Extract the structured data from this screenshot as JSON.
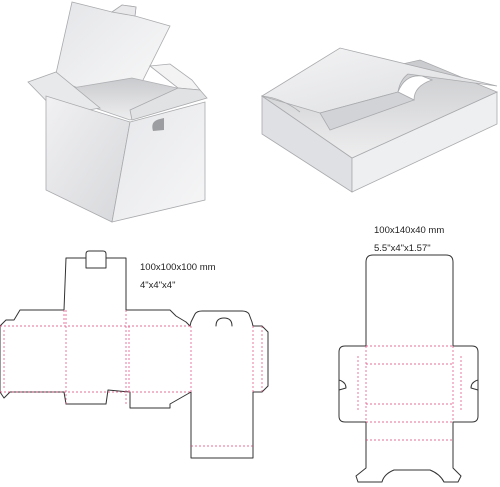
{
  "box_small": {
    "size_metric": "100x100x100 mm",
    "size_imperial": "4\"x4\"x4\""
  },
  "box_flat": {
    "size_metric": "100x140x40 mm",
    "size_imperial": "5.5\"x4\"x1.57\""
  }
}
